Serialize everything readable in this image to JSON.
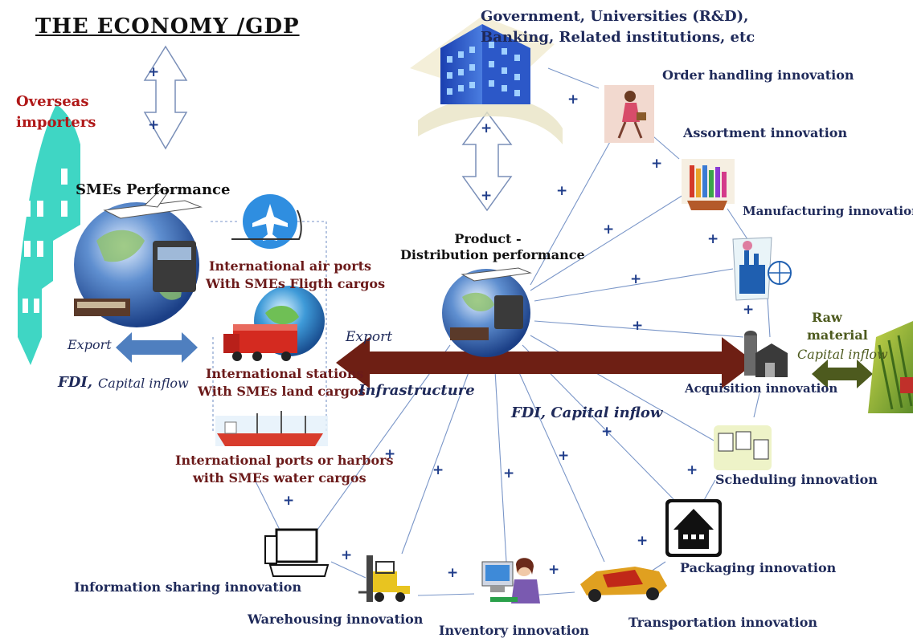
{
  "title": "THE ECONOMY /GDP",
  "top_institutions": [
    "Government, Universities (R&D),",
    "Banking, Related institutions, etc"
  ],
  "overseas_importers": [
    "Overseas",
    "importers"
  ],
  "smes_performance": "SMEs Performance",
  "product_distribution": [
    "Product -",
    "Distribution performance"
  ],
  "air_ports": [
    "International air ports",
    "With SMEs Fligth cargos"
  ],
  "stations": [
    "International stations",
    "With SMEs land cargos"
  ],
  "harbors": [
    "International ports or harbors",
    "with SMEs water cargos"
  ],
  "export_left": "Export",
  "export_main": "Export",
  "infrastructure": "Infrastructure",
  "fdi_left": [
    "FDI,",
    "Capital inflow"
  ],
  "fdi_main": "FDI, Capital inflow",
  "raw_material": [
    "Raw",
    "material"
  ],
  "capital_inflow_right": "Capital inflow",
  "innovations": {
    "order_handling": "Order handling innovation",
    "assortment": "Assortment innovation",
    "manufacturing": "Manufacturing innovation",
    "acquisition": "Acquisition innovation",
    "scheduling": "Scheduling innovation",
    "packaging": "Packaging innovation",
    "transportation": "Transportation innovation",
    "inventory": "Inventory innovation",
    "warehousing": "Warehousing innovation",
    "information_sharing": "Information sharing innovation"
  },
  "plus_sign": "+",
  "colors": {
    "navy_text": "#1f2a5a",
    "maroon_text": "#6b1a1a",
    "red_text": "#b01818",
    "main_arrow": "#6e1f14",
    "export_arrow": "#4f7fbf",
    "capital_arrow": "#4d5a1e",
    "building_teal": "#3fd6c4",
    "connector_blue": "#7a96c8"
  }
}
